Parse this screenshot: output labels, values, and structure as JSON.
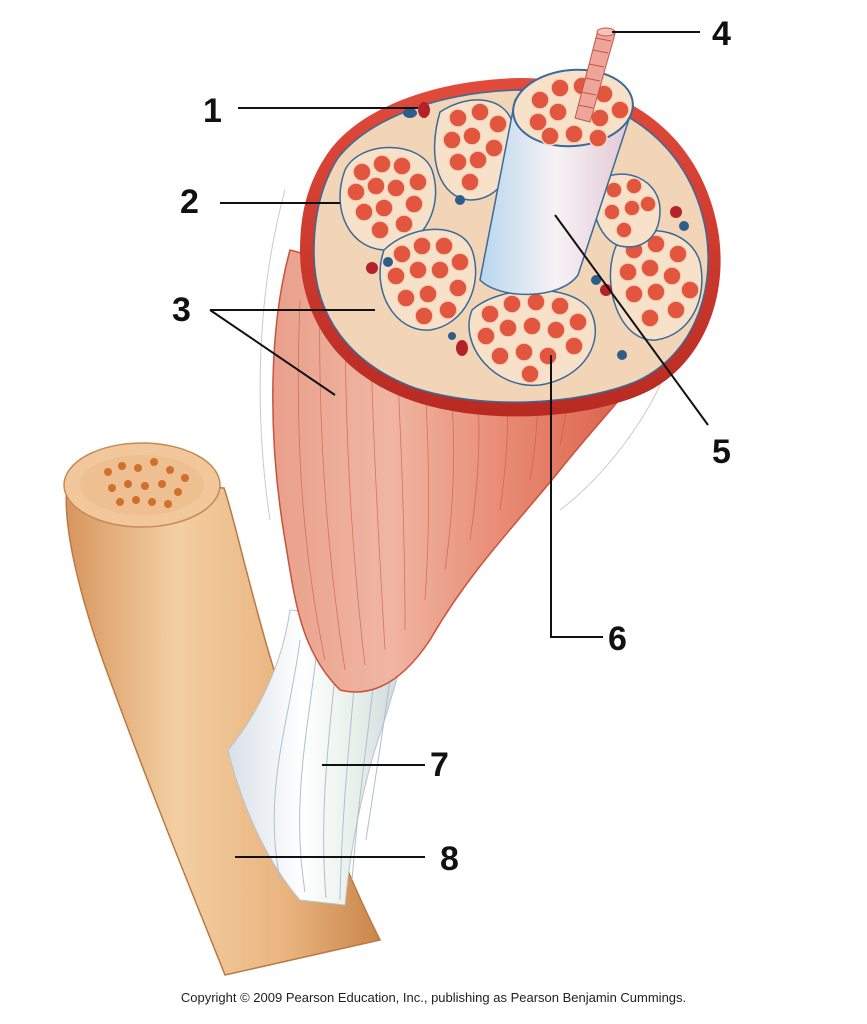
{
  "diagram": {
    "labels": [
      "1",
      "2",
      "3",
      "4",
      "5",
      "6",
      "7",
      "8"
    ]
  },
  "footer": {
    "copyright": "Copyright © 2009 Pearson Education, Inc., publishing as Pearson Benjamin Cummings."
  },
  "colors": {
    "muscle": "#d9463a",
    "muscle_light": "#e98774",
    "fascicle_fill": "#f2d0b1",
    "fiber": "#e2563f",
    "bone": "#e6b07e",
    "tendon": "#eef3f7",
    "vein": "#2f5d8a",
    "artery": "#b3212b"
  }
}
